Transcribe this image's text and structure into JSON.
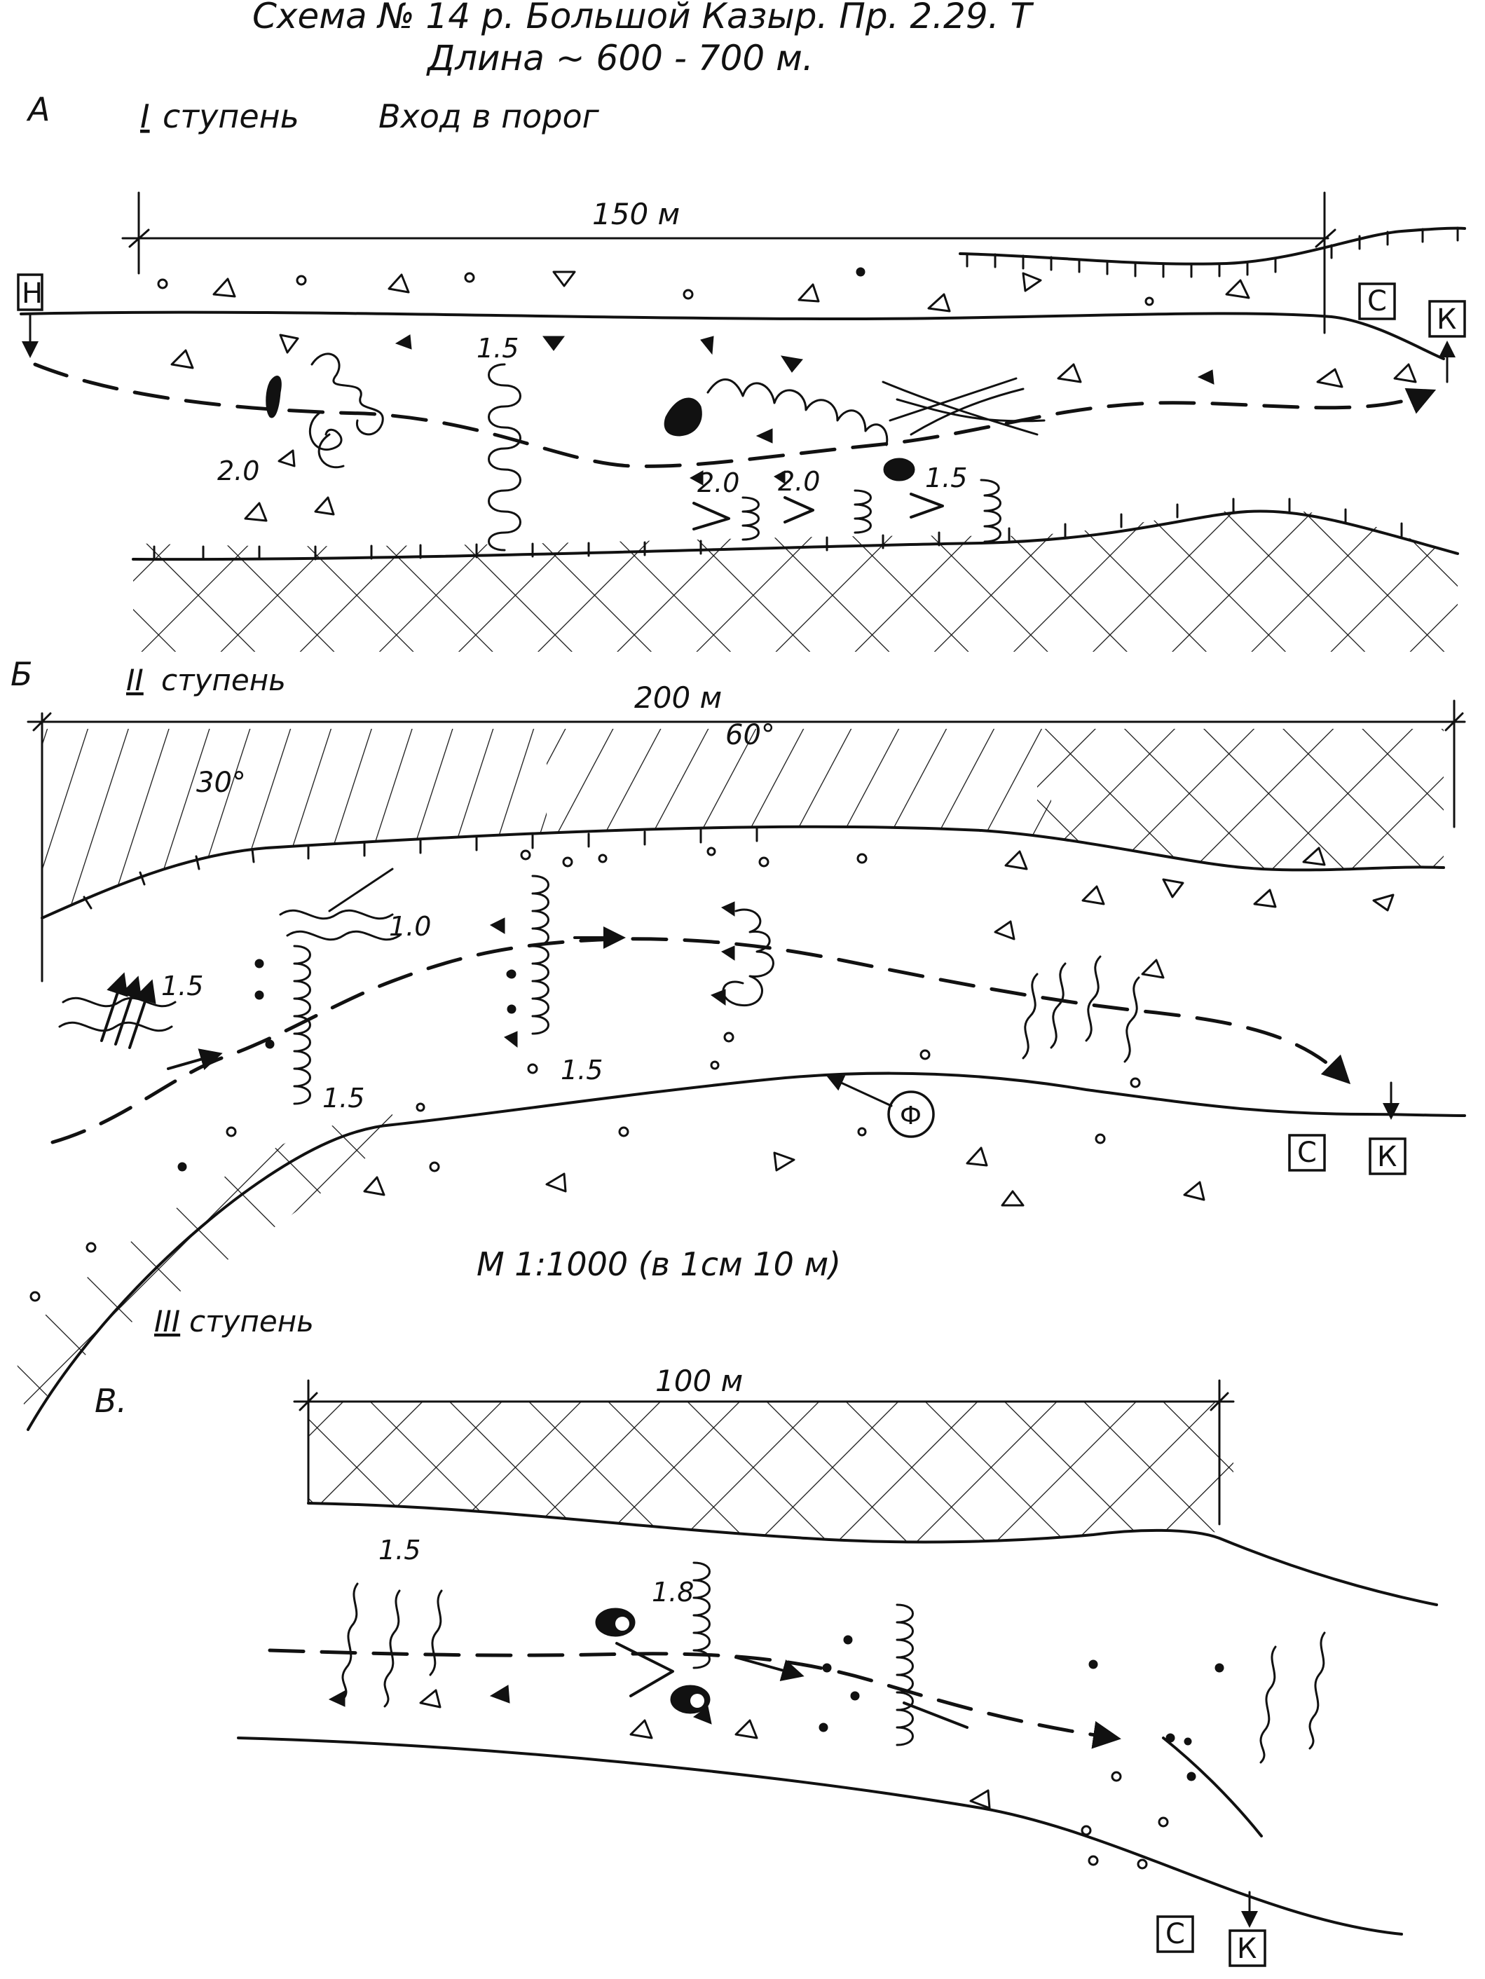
{
  "header": {
    "title": "Схема № 14  р. Большой Казыр. Пр. 2.29. Т",
    "length": "Длина  ~ 600 - 700 м."
  },
  "scale": "М   1:1000  (в 1см  10 м)",
  "markers": {
    "start": "Н",
    "safety": "С",
    "end": "К",
    "photo": "Ф"
  },
  "sections": {
    "a": {
      "letter": "А",
      "step": "I",
      "step_word": "ступень",
      "title": "Вход в порог",
      "distance": "150 м",
      "labels": [
        "1.5",
        "2.0",
        "2.0",
        "2.0",
        "1.5"
      ]
    },
    "b": {
      "letter": "Б",
      "step": "II",
      "step_word": "ступень",
      "distance": "200 м",
      "angles": [
        "30°",
        "60°"
      ],
      "labels": [
        "1.5",
        "1.0",
        "1.5",
        "1.5"
      ]
    },
    "c": {
      "letter": "В.",
      "step": "III",
      "step_word": "ступень",
      "distance": "100 м",
      "labels": [
        "1.5",
        "1.8"
      ]
    }
  }
}
